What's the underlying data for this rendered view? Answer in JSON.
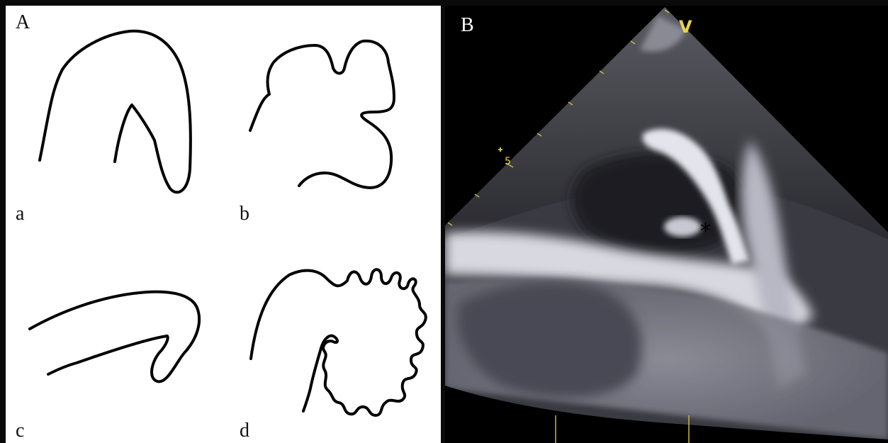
{
  "panels": {
    "a": {
      "label": "A",
      "subpanels": {
        "a": {
          "label": "a"
        },
        "b": {
          "label": "b"
        },
        "c": {
          "label": "c"
        },
        "d": {
          "label": "d"
        }
      }
    },
    "b": {
      "label": "B",
      "probe_marker": "V",
      "depth_mark": "5",
      "asterisk": "*"
    }
  },
  "colors": {
    "line": "#000000",
    "panel_a_bg": "#ffffff",
    "panel_b_bg": "#000000",
    "echo_label": "#e8d24a"
  }
}
